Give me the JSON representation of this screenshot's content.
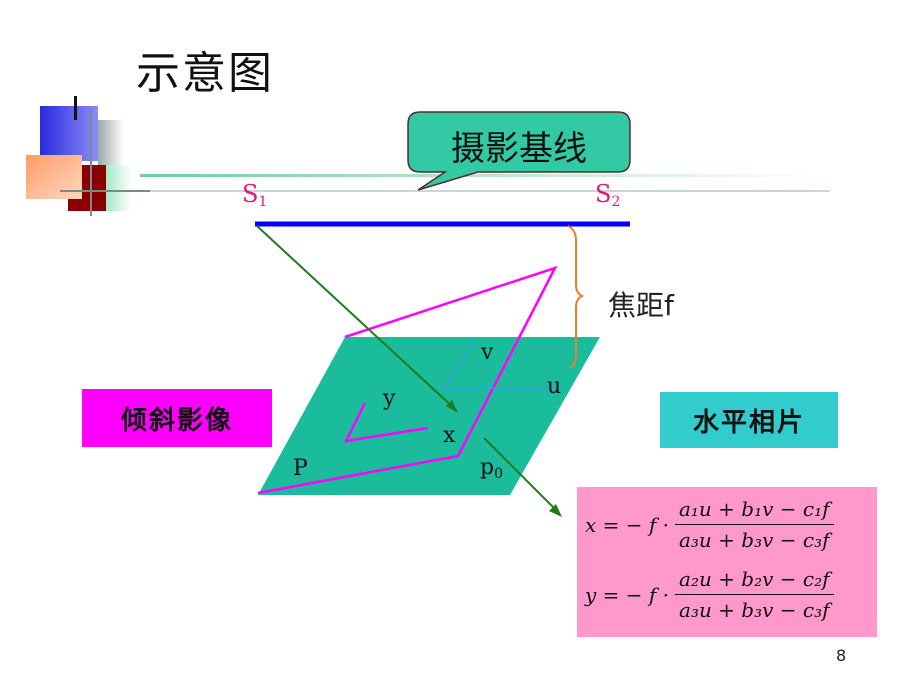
{
  "title": "示意图",
  "callout": "摄影基线",
  "s1": {
    "letter": "S",
    "sub": "1"
  },
  "s2": {
    "letter": "S",
    "sub": "2"
  },
  "focal_length_label": "焦距f",
  "axis_labels": {
    "v": "v",
    "u": "u",
    "y": "y",
    "x": "x",
    "P": "P",
    "p0_letter": "p",
    "p0_sub": "0"
  },
  "tilted_image_label": "倾斜影像",
  "horizontal_photo_label": "水平相片",
  "formula": {
    "x_lhs": "x = − f ·",
    "x_num": "a₁u + b₁v − c₁f",
    "x_den": "a₃u + b₃v − c₃f",
    "y_lhs": "y = − f ·",
    "y_num": "a₂u + b₂v − c₂f",
    "y_den": "a₃u + b₃v − c₃f"
  },
  "page_number": "8",
  "colors": {
    "plane": "#1abc9c",
    "baseline": "#0000ff",
    "tilted": "#ff00ff",
    "ray": "#1e7b1e",
    "brace": "#f07d2a",
    "label_pink": "#e0197a"
  }
}
